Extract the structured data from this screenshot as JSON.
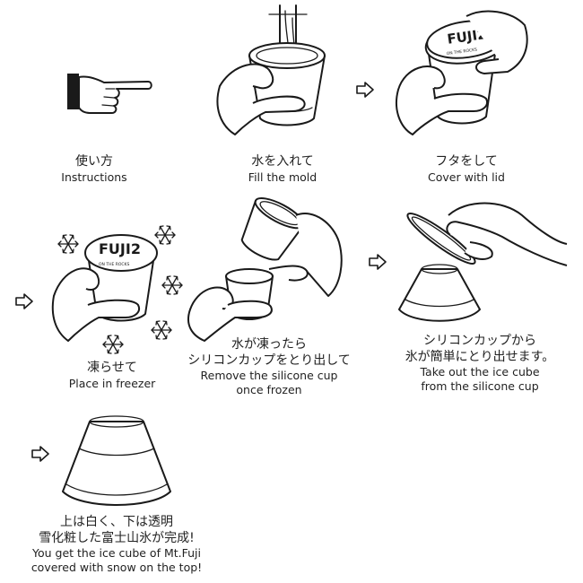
{
  "steps": [
    {
      "jp": "使い方",
      "en": "Instructions"
    },
    {
      "jp": "水を入れて",
      "en": "Fill the mold"
    },
    {
      "jp": "フタをして",
      "en": "Cover with lid"
    },
    {
      "jp": "凍らせて",
      "en": "Place in freezer"
    },
    {
      "jp": [
        "水が凍ったら",
        "シリコンカップをとり出して"
      ],
      "en": [
        "Remove the silicone cup",
        "once frozen"
      ]
    },
    {
      "jp": [
        "シリコンカップから",
        "氷が簡単にとり出せます。"
      ],
      "en": [
        "Take out the ice cube",
        "from the silicone cup"
      ]
    },
    {
      "jp": [
        "上は白く、下は透明",
        "雪化粧した富士山氷が完成!"
      ],
      "en": [
        "You get the ice cube of Mt.Fuji",
        "covered with snow on the top!"
      ]
    }
  ],
  "lid": {
    "brand": "FUJI2",
    "sub": "ON THE ROCKS"
  },
  "icons": [
    "pointing-hand-icon",
    "arrow-right-icon",
    "snowflake-icon"
  ]
}
